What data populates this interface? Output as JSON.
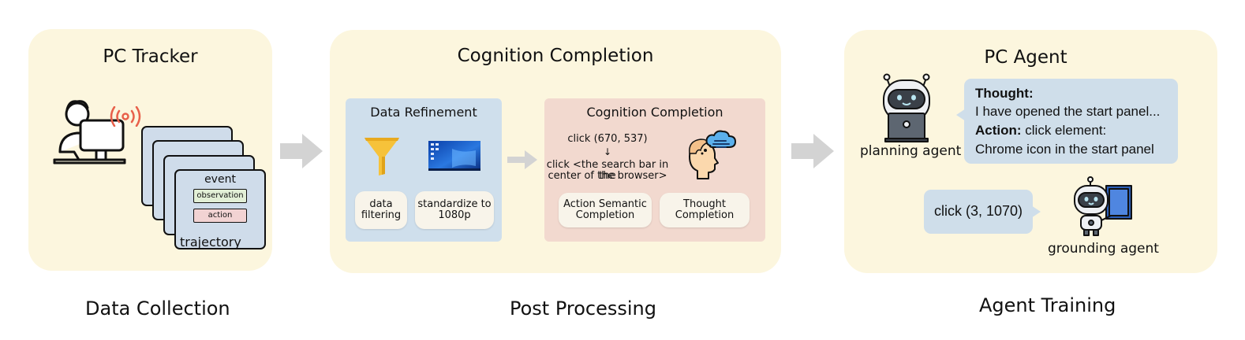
{
  "collection": {
    "title": "PC Tracker",
    "card": {
      "title": "event",
      "observation": "observation",
      "action": "action"
    },
    "trajectory_label": "trajectory",
    "caption": "Data Collection"
  },
  "post": {
    "title": "Cognition Completion",
    "caption": "Post Processing",
    "refinement": {
      "title": "Data Refinement",
      "chip1": "data filtering",
      "chip2": "standardize to 1080p"
    },
    "cognition": {
      "title": "Cognition Completion",
      "click_coords": "click (670, 537)",
      "down_arrow": "↓",
      "click_desc_line1": "click <the search bar in the",
      "click_desc_line2": "center of the browser>",
      "chip1": "Action Semantic Completion",
      "chip2": "Thought Completion"
    }
  },
  "agent": {
    "title": "PC Agent",
    "caption": "Agent Training",
    "planning_label": "planning agent",
    "grounding_label": "grounding agent",
    "thought_label": "Thought:",
    "thought_text": "I have opened the start panel...",
    "action_label": "Action:",
    "action_text": "click element:",
    "action_target": "Chrome icon in the start panel",
    "grounding_output": "click (3, 1070)"
  },
  "colors": {
    "panel_bg": "#fcf6de",
    "refinement_bg": "#cfdfec",
    "cognition_bg": "#f2d9cf",
    "bubble_bg": "#cfdeea",
    "arrow": "#d3d3d3",
    "signal_red": "#e8604a",
    "funnel_yellow": "#f6c23a"
  },
  "icons": [
    "person-at-computer-icon",
    "signal-waves-icon",
    "funnel-icon",
    "desktop-screenshot-icon",
    "head-thought-cloud-icon",
    "robot-with-laptop-icon",
    "robot-with-screen-icon"
  ]
}
